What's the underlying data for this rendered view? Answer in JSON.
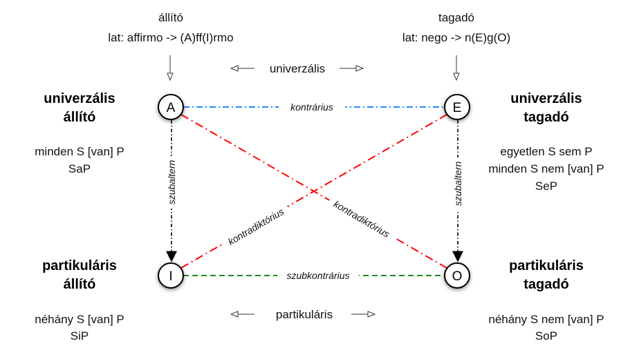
{
  "top": {
    "affirm_title": "állító",
    "affirm_latin": "lat: affirmo ->  (A)ff(I)rmo",
    "negate_title": "tagadó",
    "negate_latin": "lat: nego ->  n(E)g(O)",
    "universal": "univerzális",
    "particular": "partikuláris"
  },
  "nodes": {
    "A": "A",
    "E": "E",
    "I": "I",
    "O": "O"
  },
  "corners": {
    "a": {
      "title1": "univerzális",
      "title2": "állító",
      "line1": "minden S [van] P",
      "line2": "SaP"
    },
    "e": {
      "title1": "univerzális",
      "title2": "tagadó",
      "line1": "egyetlen S sem P",
      "line2": "minden S nem [van] P",
      "line3": "SeP"
    },
    "i": {
      "title1": "partikuláris",
      "title2": "állító",
      "line1": "néhány S [van] P",
      "line2": "SiP"
    },
    "o": {
      "title1": "partikuláris",
      "title2": "tagadó",
      "line1": "néhány S nem [van] P",
      "line2": "SoP"
    }
  },
  "relations": {
    "contrary": "kontrárius",
    "subcontrary": "szubkontrárius",
    "subaltern": "szubaltern",
    "contradictory": "kontradiktórius"
  },
  "colors": {
    "contrary": "#1e88ff",
    "contradictory": "#ff0000",
    "subcontrary": "#1a8a1a",
    "subaltern": "#000000"
  }
}
